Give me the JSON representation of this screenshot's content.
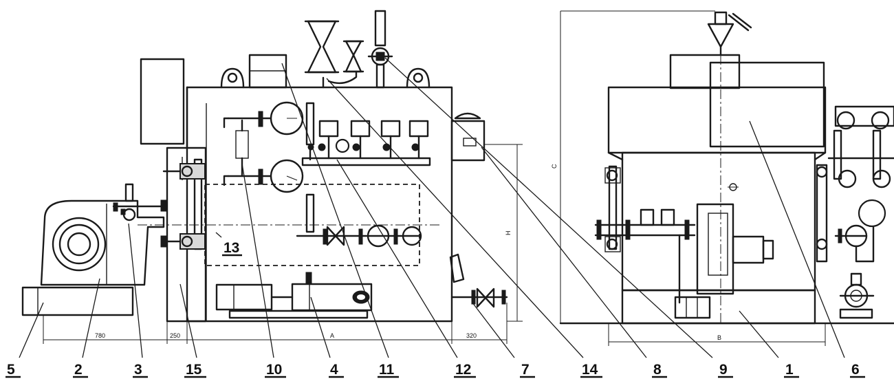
{
  "diagram": {
    "callouts": [
      "5",
      "2",
      "3",
      "15",
      "10",
      "4",
      "11",
      "12",
      "7",
      "14",
      "8",
      "9",
      "1",
      "6"
    ],
    "inner_label": "13",
    "dimensions": {
      "d_780": "780",
      "d_250": "250",
      "d_A": "A",
      "d_320": "320",
      "d_H": "H",
      "d_C": "C",
      "d_B": "B"
    }
  }
}
